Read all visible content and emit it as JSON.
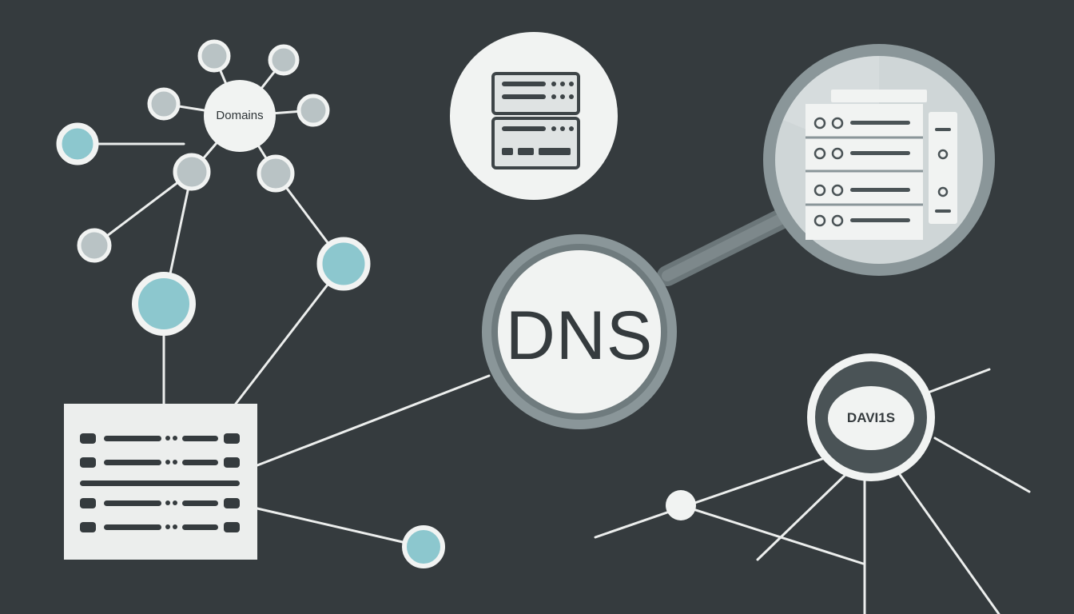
{
  "labels": {
    "domains": "Domains",
    "dns": "DNS",
    "davis": "DAVI1S"
  },
  "colors": {
    "background": "#353b3e",
    "node_fill": "#f1f3f2",
    "node_gray": "#b9c3c5",
    "node_teal": "#8cc7ce",
    "line": "#eceeed",
    "lens_ring": "#8a9699",
    "lens_glass": "#cfd6d7"
  },
  "icons": [
    "network-graph-icon",
    "server-rack-icon",
    "magnifier-icon",
    "database-table-icon"
  ]
}
